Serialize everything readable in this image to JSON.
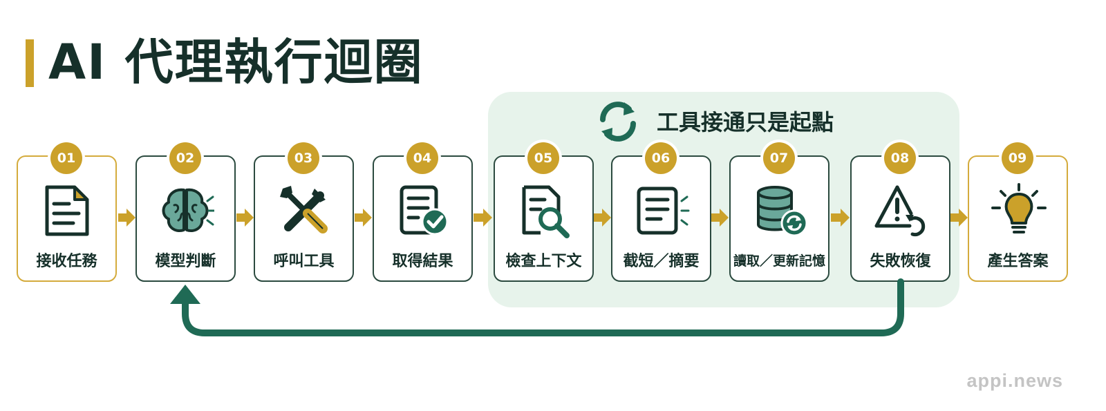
{
  "title": "AI 代理執行迴圈",
  "highlight_label": "工具接通只是起點",
  "steps": [
    {
      "num": "01",
      "label": "接收任務",
      "icon": "document-icon"
    },
    {
      "num": "02",
      "label": "模型判斷",
      "icon": "brain-icon"
    },
    {
      "num": "03",
      "label": "呼叫工具",
      "icon": "wrench-screwdriver-icon"
    },
    {
      "num": "04",
      "label": "取得結果",
      "icon": "document-check-icon"
    },
    {
      "num": "05",
      "label": "檢查上下文",
      "icon": "document-search-icon"
    },
    {
      "num": "06",
      "label": "截短／摘要",
      "icon": "document-lines-icon"
    },
    {
      "num": "07",
      "label": "讀取／更新記憶",
      "icon": "database-sync-icon"
    },
    {
      "num": "08",
      "label": "失敗恢復",
      "icon": "warning-undo-icon"
    },
    {
      "num": "09",
      "label": "產生答案",
      "icon": "lightbulb-icon"
    }
  ],
  "watermark": "appi.news",
  "colors": {
    "gold": "#cba12a",
    "dark_green": "#1f6a55",
    "icon_teal": "#6aa89a",
    "highlight_bg": "#e7f3eb",
    "text": "#16302a"
  }
}
